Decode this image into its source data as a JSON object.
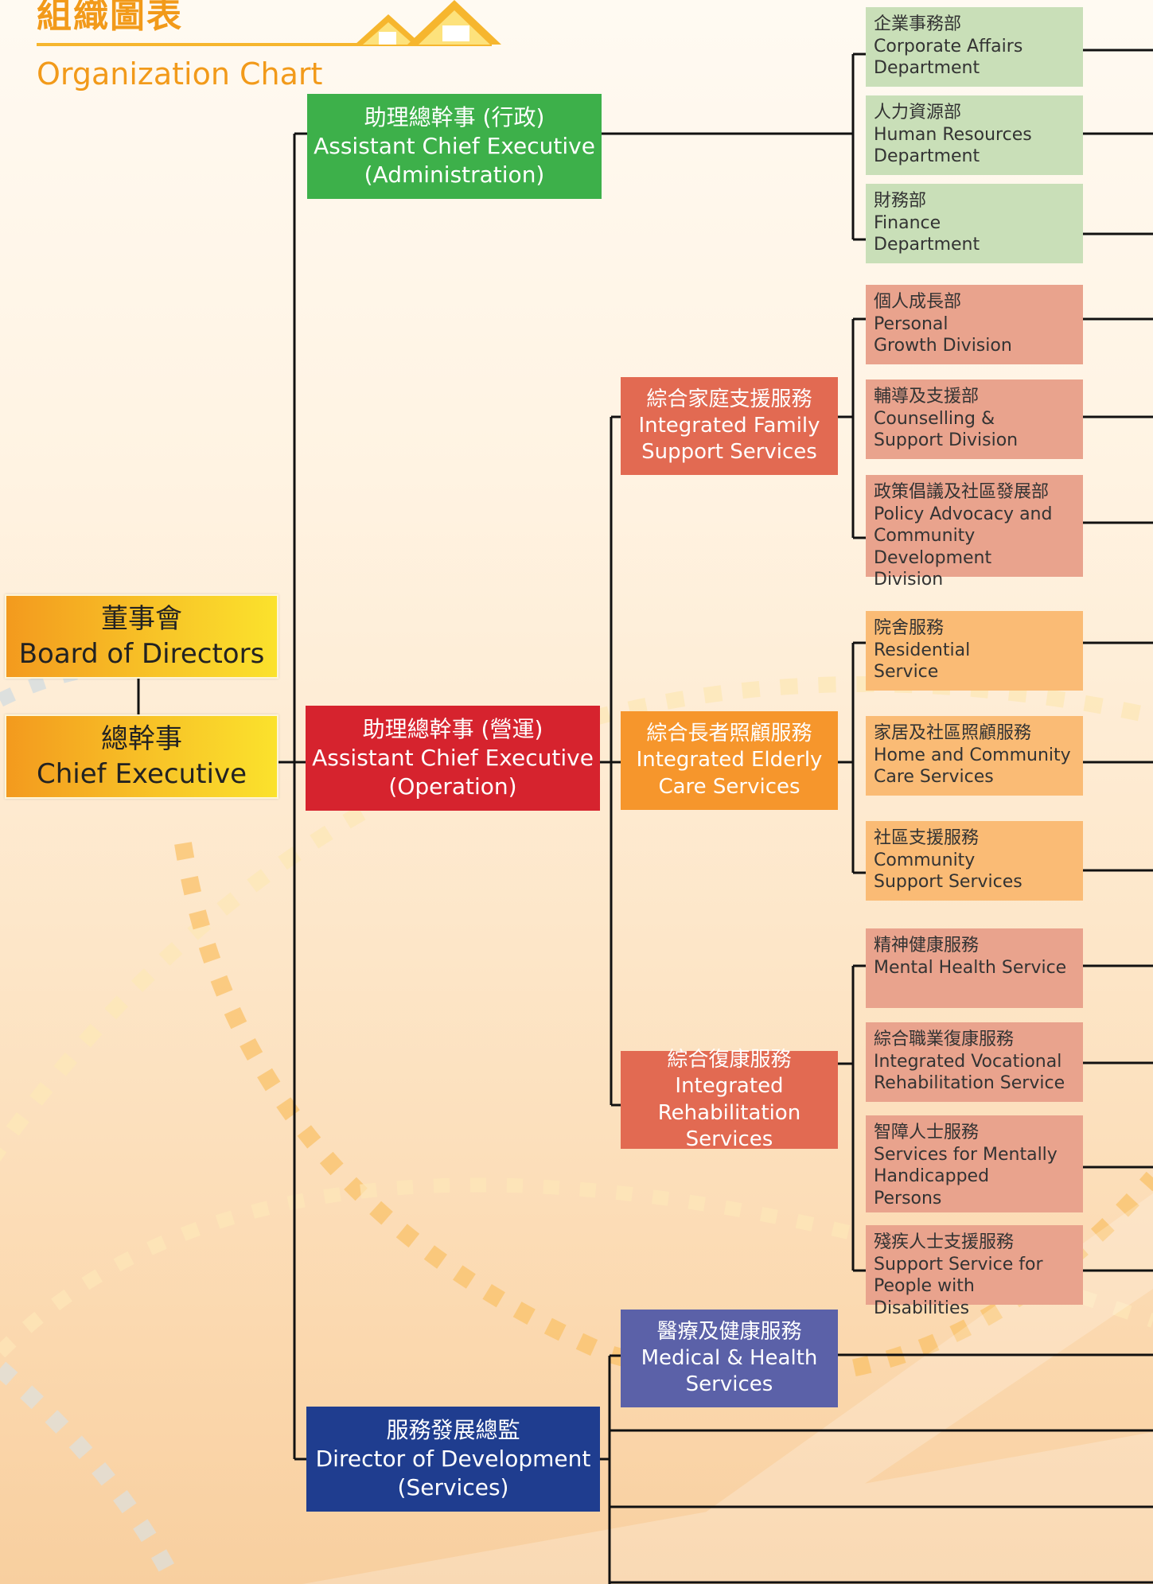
{
  "header": {
    "title_zh": "組織圖表",
    "title_en": "Organization Chart"
  },
  "colors": {
    "title": "#f29a1a",
    "admin": "#3db04a",
    "operation": "#d6232e",
    "development": "#1f3d8f",
    "family": "#e26a52",
    "elderly": "#f6962c",
    "rehab": "#e26a52",
    "medical": "#5b61a8",
    "dept_green": "#c9dfb8",
    "dept_salmon": "#e9a38d",
    "dept_orange": "#fabb75"
  },
  "top": {
    "board": {
      "zh": "董事會",
      "en": "Board of Directors"
    },
    "ceo": {
      "zh": "總幹事",
      "en": "Chief Executive"
    }
  },
  "executives": {
    "admin": {
      "zh": "助理總幹事 (行政)",
      "en1": "Assistant Chief Executive",
      "en2": "(Administration)"
    },
    "operation": {
      "zh": "助理總幹事 (營運)",
      "en1": "Assistant Chief Executive",
      "en2": "(Operation)"
    },
    "development": {
      "zh": "服務發展總監",
      "en1": "Director of Development",
      "en2": "(Services)"
    }
  },
  "services": {
    "family": {
      "zh": "綜合家庭支援服務",
      "en1": "Integrated Family",
      "en2": "Support Services"
    },
    "elderly": {
      "zh": "綜合長者照顧服務",
      "en1": "Integrated Elderly",
      "en2": "Care Services"
    },
    "rehab": {
      "zh": "綜合復康服務",
      "en1": "Integrated Rehabilitation",
      "en2": "Services"
    },
    "medical": {
      "zh": "醫療及健康服務",
      "en1": "Medical & Health",
      "en2": "Services"
    }
  },
  "departments": [
    {
      "zh": "企業事務部",
      "en": [
        "Corporate Affairs",
        "Department"
      ]
    },
    {
      "zh": "人力資源部",
      "en": [
        "Human Resources",
        "Department"
      ]
    },
    {
      "zh": "財務部",
      "en": [
        "Finance",
        "Department"
      ]
    },
    {
      "zh": "個人成長部",
      "en": [
        "Personal",
        "Growth Division"
      ]
    },
    {
      "zh": "輔導及支援部",
      "en": [
        "Counselling &",
        "Support Division"
      ]
    },
    {
      "zh": "政策倡議及社區發展部",
      "en": [
        "Policy Advocacy and",
        "Community Development",
        "Division"
      ]
    },
    {
      "zh": "院舍服務",
      "en": [
        "Residential",
        "Service"
      ]
    },
    {
      "zh": "家居及社區照顧服務",
      "en": [
        "Home and Community",
        "Care Services"
      ]
    },
    {
      "zh": "社區支援服務",
      "en": [
        "Community",
        "Support Services"
      ]
    },
    {
      "zh": "精神健康服務",
      "en": [
        "Mental Health Service"
      ]
    },
    {
      "zh": "綜合職業復康服務",
      "en": [
        "Integrated Vocational",
        "Rehabilitation Service"
      ]
    },
    {
      "zh": "智障人士服務",
      "en": [
        "Services for Mentally",
        "Handicapped",
        "Persons"
      ]
    },
    {
      "zh": "殘疾人士支援服務",
      "en": [
        "Support Service for",
        "People with Disabilities"
      ]
    }
  ]
}
